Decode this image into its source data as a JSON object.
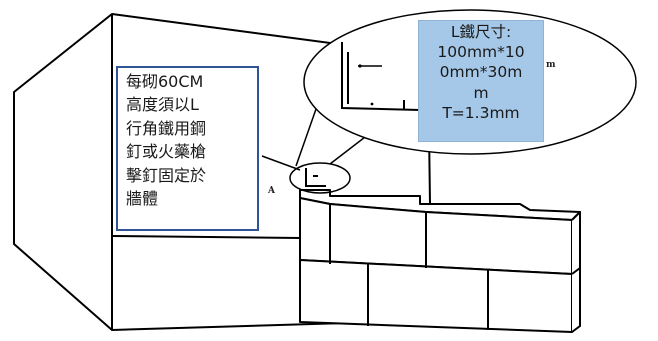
{
  "left_callout": {
    "lines": [
      "每砌60CM",
      "高度須以L",
      "行角鐵用鋼",
      "釘或火藥槍",
      "擊釘固定於",
      "牆體"
    ],
    "border_color": "#2f5597"
  },
  "right_callout": {
    "lines": [
      "L鐵尺寸:",
      "100mm*10",
      "0mm*30m",
      "m",
      "T=1.3mm"
    ],
    "background_color": "#a6c8e8"
  },
  "diagram_marks": {
    "point_label": "A",
    "zoom_fragment": "m"
  }
}
